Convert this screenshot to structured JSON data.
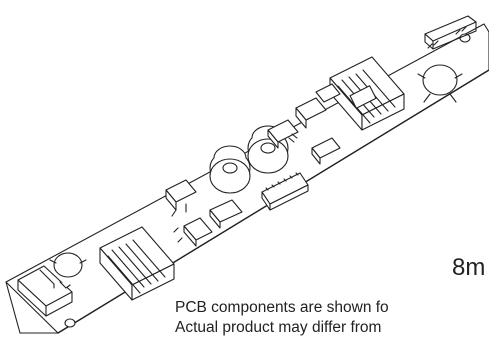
{
  "dimension_label": "8m",
  "notes": [
    "PCB components are shown fo",
    "Actual product may differ from"
  ],
  "colors": {
    "line": "#222222",
    "fill": "#ffffff"
  }
}
